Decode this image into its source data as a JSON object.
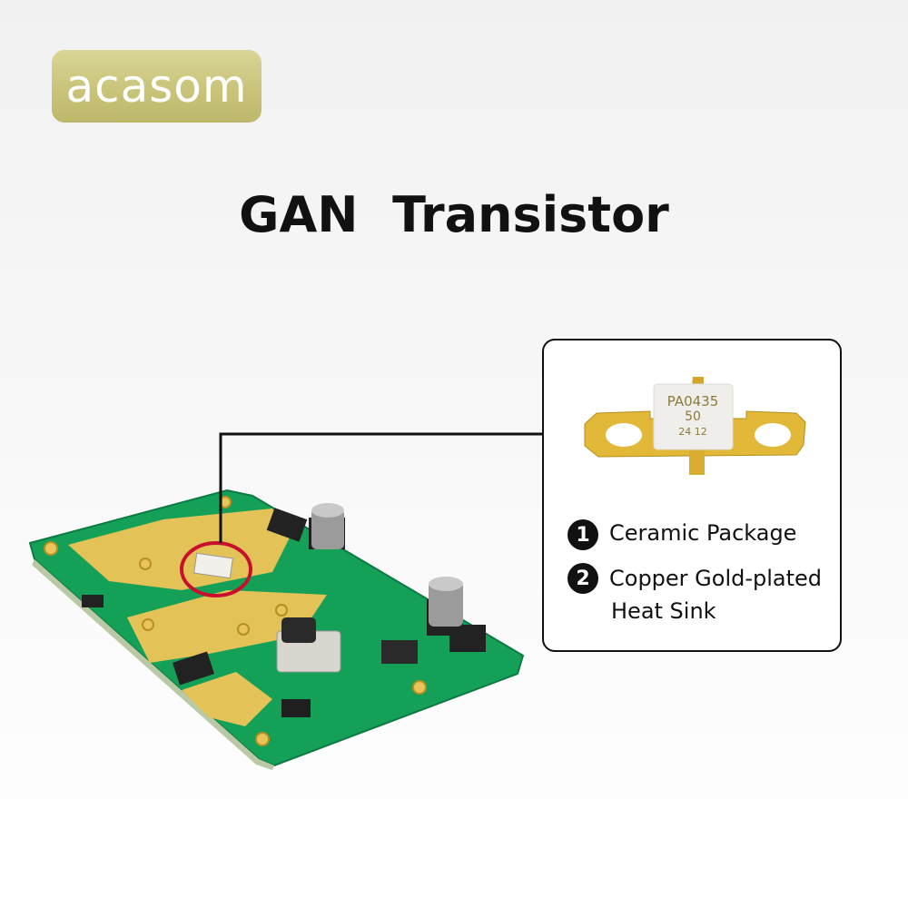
{
  "logo": {
    "text": "acasom"
  },
  "title": "GAN  Transistor",
  "package_marking": {
    "line1": "PA0435",
    "line2": "50",
    "line3": "24 12"
  },
  "features": [
    {
      "number": "1",
      "lines": [
        "Ceramic Package"
      ]
    },
    {
      "number": "2",
      "lines": [
        "Copper Gold-plated",
        "Heat Sink"
      ]
    }
  ],
  "colors": {
    "pcb": "#16a05a",
    "gold": "#e6c04a",
    "highlight": "#c8102e",
    "logo": "#c9c47a"
  }
}
